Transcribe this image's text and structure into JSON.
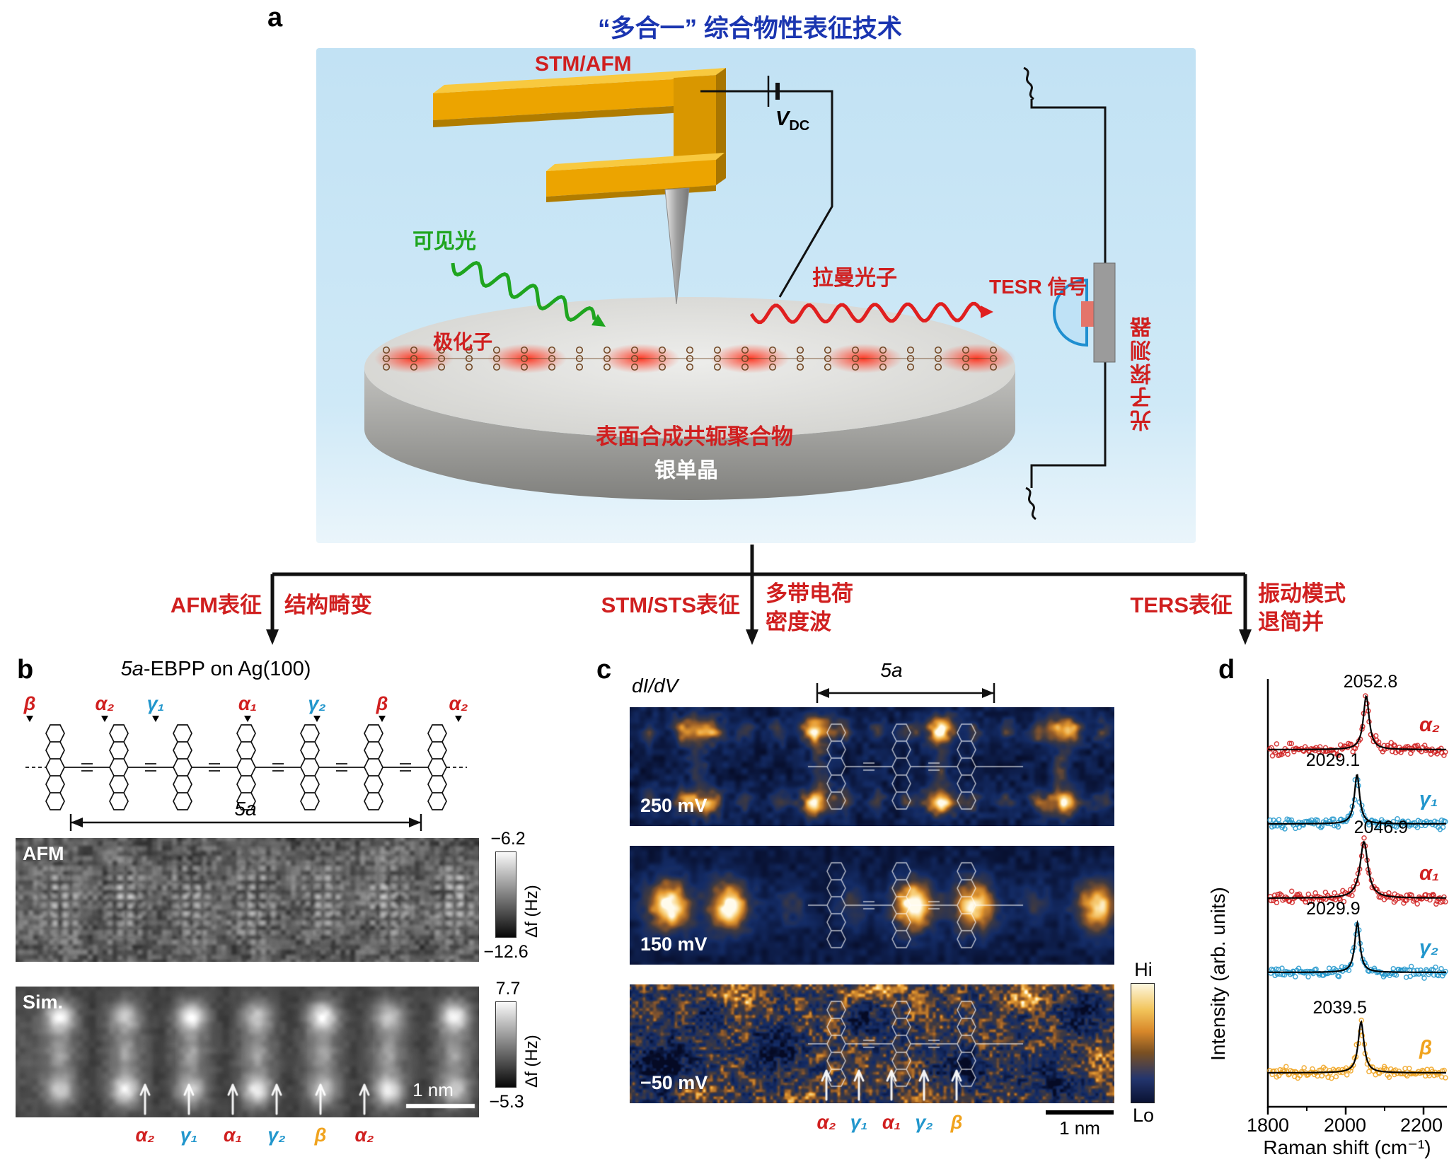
{
  "colors": {
    "accent_red": "#d01f1f",
    "mode_blue": "#2196cc",
    "mode_orange": "#f0a31e",
    "title_blue": "#1a35b0",
    "light_green": "#1fa51f"
  },
  "panel_a": {
    "label": "a",
    "title": "“多合一” 综合物性表征技术",
    "stm_afm": "STM/AFM",
    "vdc_main": "V",
    "vdc_sub": "DC",
    "visible_light": "可见光",
    "polaron": "极化子",
    "raman_photon": "拉曼光子",
    "tesr_signal": "TESR 信号",
    "polymer": "表面合成共轭聚合物",
    "substrate": "银单晶",
    "detector": "光子探测器"
  },
  "flow": {
    "branches": [
      {
        "method": "AFM表征",
        "result_line1": "结构畸变",
        "result_line2": ""
      },
      {
        "method": "STM/STS表征",
        "result_line1": "多带电荷",
        "result_line2": "密度波"
      },
      {
        "method": "TERS表征",
        "result_line1": "振动模式",
        "result_line2": "退简并"
      }
    ]
  },
  "panel_b": {
    "label": "b",
    "title_italic": "5a",
    "title_rest": "-EBPP on Ag(100)",
    "structure_labels": [
      {
        "text": "β",
        "color": "#d01f1f"
      },
      {
        "text": "α₂",
        "color": "#d01f1f"
      },
      {
        "text": "γ₁",
        "color": "#2196cc"
      },
      {
        "text": "α₁",
        "color": "#d01f1f"
      },
      {
        "text": "γ₂",
        "color": "#2196cc"
      },
      {
        "text": "β",
        "color": "#d01f1f"
      },
      {
        "text": "α₂",
        "color": "#d01f1f"
      }
    ],
    "span_label": "5a",
    "afm_label": "AFM",
    "afm_scale_top": "−6.2",
    "afm_scale_bottom": "−12.6",
    "afm_scale_unit": "Δf (Hz)",
    "sim_label": "Sim.",
    "sim_scale_top": "7.7",
    "sim_scale_bottom": "−5.3",
    "sim_scale_unit": "Δf (Hz)",
    "scale_bar": "1 nm",
    "bottom_labels": [
      {
        "text": "α₂",
        "color": "#d01f1f"
      },
      {
        "text": "γ₁",
        "color": "#2196cc"
      },
      {
        "text": "α₁",
        "color": "#d01f1f"
      },
      {
        "text": "γ₂",
        "color": "#2196cc"
      },
      {
        "text": "β",
        "color": "#f0a31e"
      },
      {
        "text": "α₂",
        "color": "#d01f1f"
      }
    ]
  },
  "panel_c": {
    "label": "c",
    "map_label": "dI/dV",
    "span_label": "5a",
    "biases": [
      "250 mV",
      "150 mV",
      "−50 mV"
    ],
    "colorbar_hi": "Hi",
    "colorbar_lo": "Lo",
    "scale_bar": "1 nm",
    "bottom_labels": [
      {
        "text": "α₂",
        "color": "#d01f1f"
      },
      {
        "text": "γ₁",
        "color": "#2196cc"
      },
      {
        "text": "α₁",
        "color": "#d01f1f"
      },
      {
        "text": "γ₂",
        "color": "#2196cc"
      },
      {
        "text": "β",
        "color": "#f0a31e"
      }
    ]
  },
  "panel_d": {
    "label": "d",
    "ylabel": "Intensity (arb. units)",
    "xlabel": "Raman shift (cm⁻¹)",
    "xticks": [
      "1800",
      "2000",
      "2200"
    ]
  },
  "chart_data": {
    "type": "line",
    "title": "",
    "xlabel": "Raman shift (cm⁻¹)",
    "ylabel": "Intensity (arb. units)",
    "xlim": [
      1800,
      2260
    ],
    "xticks": [
      1800,
      2000,
      2200
    ],
    "legend": "none",
    "series": [
      {
        "name": "α₂",
        "peak_label": "2052.8",
        "peak_cm1": 2052.8,
        "color": "#d01f1f"
      },
      {
        "name": "γ₁",
        "peak_label": "2029.1",
        "peak_cm1": 2029.1,
        "color": "#2196cc"
      },
      {
        "name": "α₁",
        "peak_label": "2046.9",
        "peak_cm1": 2046.9,
        "color": "#d01f1f"
      },
      {
        "name": "γ₂",
        "peak_label": "2029.9",
        "peak_cm1": 2029.9,
        "color": "#2196cc"
      },
      {
        "name": "β",
        "peak_label": "2039.5",
        "peak_cm1": 2039.5,
        "color": "#f0a31e"
      }
    ]
  }
}
